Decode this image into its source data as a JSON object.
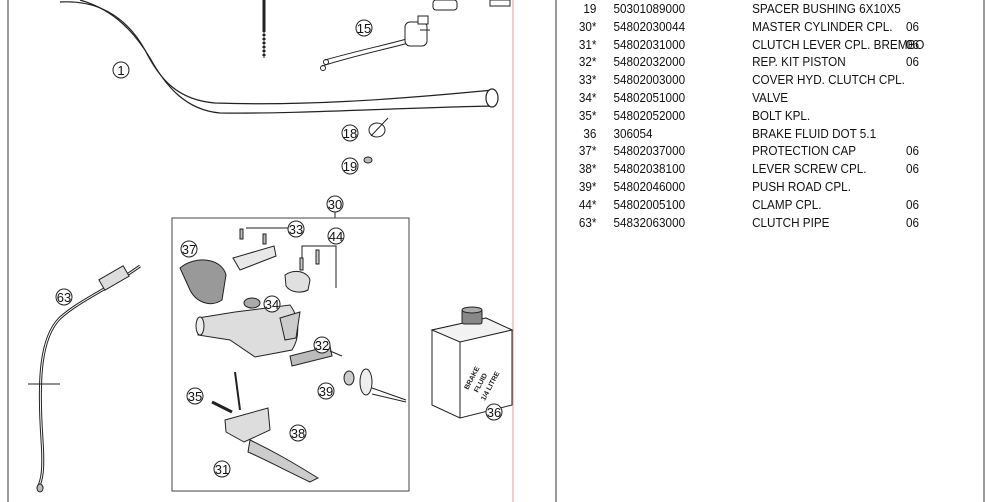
{
  "callouts": {
    "c1": "1",
    "c15": "15",
    "c18": "18",
    "c19": "19",
    "c30": "30",
    "c33": "33",
    "c44": "44",
    "c37": "37",
    "c34": "34",
    "c63": "63",
    "c32": "32",
    "c39": "39",
    "c35": "35",
    "c38": "38",
    "c31": "31",
    "c36": "36"
  },
  "bottle_label": [
    "BRAKE",
    "FLUID",
    "1/4 LITRE"
  ],
  "parts": [
    {
      "pos": "19",
      "part_no": "50301089000",
      "description": "SPACER BUSHING 6X10X5",
      "remark": ""
    },
    {
      "pos": "30*",
      "part_no": "54802030044",
      "description": "MASTER CYLINDER CPL.",
      "remark": "06"
    },
    {
      "pos": "31*",
      "part_no": "54802031000",
      "description": "CLUTCH LEVER CPL. BREMBO",
      "remark": "06"
    },
    {
      "pos": "32*",
      "part_no": "54802032000",
      "description": "REP. KIT PISTON",
      "remark": "06"
    },
    {
      "pos": "33*",
      "part_no": "54802003000",
      "description": "COVER HYD. CLUTCH CPL.",
      "remark": ""
    },
    {
      "pos": "34*",
      "part_no": "54802051000",
      "description": "VALVE",
      "remark": ""
    },
    {
      "pos": "35*",
      "part_no": "54802052000",
      "description": "BOLT KPL.",
      "remark": ""
    },
    {
      "pos": "36",
      "part_no": "306054",
      "description": "BRAKE FLUID DOT 5.1",
      "remark": ""
    },
    {
      "pos": "37*",
      "part_no": "54802037000",
      "description": "PROTECTION CAP",
      "remark": "06"
    },
    {
      "pos": "38*",
      "part_no": "54802038100",
      "description": "LEVER SCREW CPL.",
      "remark": "06"
    },
    {
      "pos": "39*",
      "part_no": "54802046000",
      "description": "PUSH ROAD CPL.",
      "remark": ""
    },
    {
      "pos": "44*",
      "part_no": "54802005100",
      "description": "CLAMP CPL.",
      "remark": "06"
    },
    {
      "pos": "63*",
      "part_no": "54832063000",
      "description": "CLUTCH PIPE",
      "remark": "06"
    }
  ]
}
